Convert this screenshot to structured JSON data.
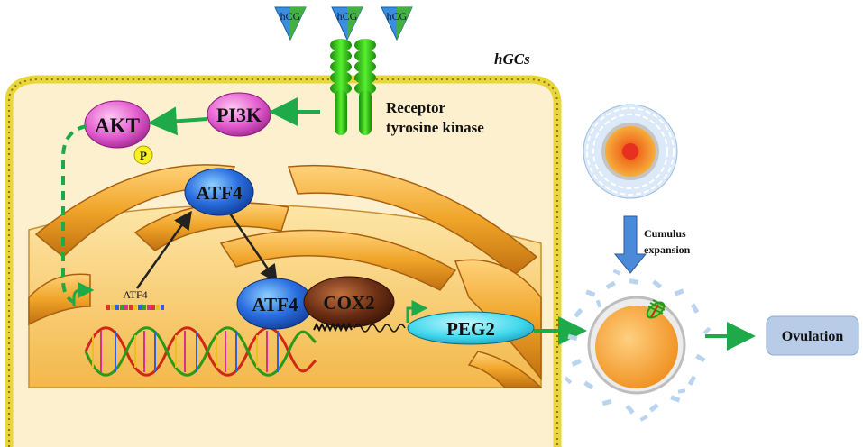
{
  "ligand": {
    "label": "hCG",
    "count": 3
  },
  "cell": {
    "label": "hGCs"
  },
  "receptor": {
    "line1": "Receptor",
    "line2": "tyrosine kinase"
  },
  "kinases": {
    "pi3k": "PI3K",
    "akt": "AKT",
    "phospho": "P"
  },
  "nucleus": {
    "atf4_gene": "ATF4",
    "atf4_top": "ATF4",
    "atf4_bottom": "ATF4",
    "cox2": "COX2"
  },
  "product": {
    "peg2": "PEG2"
  },
  "follicle": {
    "cumulus_line1": "Cumulus",
    "cumulus_line2": "expansion"
  },
  "outcome": {
    "ovulation": "Ovulation"
  },
  "colors": {
    "arrow_green": "#1faa4a",
    "membrane": "#e8d63c",
    "cytoplasm": "#fdf0cf",
    "nucleus": "#f7c968",
    "organelle": "#f0a428",
    "pi3k": "#e060c8",
    "akt": "#d840c4",
    "atf4": "#2a6fe0",
    "cox2": "#6b2e14",
    "peg2": "#40d8ec",
    "receptor": "#30c818",
    "ovulation_box": "#b8cce8"
  }
}
